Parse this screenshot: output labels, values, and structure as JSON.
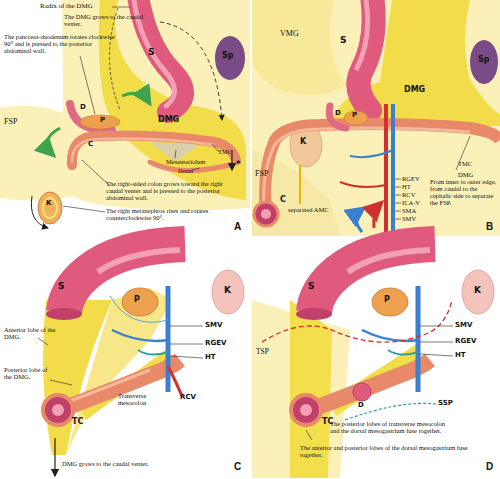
{
  "diagram": {
    "labels": [
      "Radix of the DMG",
      "The DMG grows to the caudal venter.",
      "The pancreas-duodenum rotates clockwise 90° and is pressed to the posterior abdominal wall.",
      "S",
      "Sp",
      "D",
      "P",
      "DMG",
      "C",
      "TMC",
      "*",
      "FSP",
      "Mesenteriolum",
      "Ileum",
      "The right-sided colon grows toward the right caudal venter and is pressed to the posterior abdominal wall.",
      "The right metanephros rises and rotates counterclockwise 90°.",
      "K",
      "A",
      "VMG",
      "S",
      "Sp",
      "DMG",
      "K",
      "D",
      "P",
      "TMC",
      "DMG",
      "FSP",
      "C",
      "separated AMC",
      "RGEV",
      "HT",
      "RCV",
      "ICA-V",
      "SMA",
      "SMV",
      "From inner to outer edge, from caudal to the cephalic side to separate the FSP.",
      "B",
      "S",
      "P",
      "K",
      "SMV",
      "RGEV",
      "HT",
      "RCV",
      "Anterior lobe of the DMG.",
      "Posterior lobe of the DMG.",
      "TC",
      "Transverse mesocolon",
      "DMG grows to the caudal venter.",
      "C",
      "S",
      "P",
      "K",
      "SMV",
      "RGEV",
      "HT",
      "TSP",
      "TC",
      "D",
      "SSP",
      "The posterior lobes of transverse mesocolon and the dorsal mesogastrium fuse together.",
      "The anterior and posterior lobes of the dorsal mesogastrium fuse together.",
      "D"
    ]
  }
}
